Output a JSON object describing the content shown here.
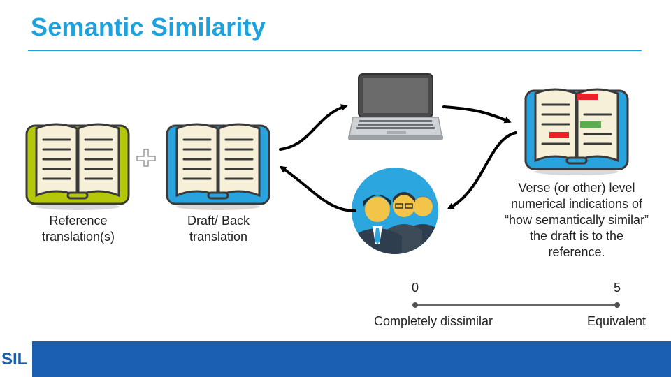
{
  "title": "Semantic Similarity",
  "labels": {
    "reference": "Reference translation(s)",
    "draft": "Draft/ Back translation",
    "description": "Verse (or other) level numerical indications of “how semantically similar” the draft is to the reference."
  },
  "scale": {
    "min_value": "0",
    "max_value": "5",
    "min_label": "Completely dissimilar",
    "max_label": "Equivalent"
  },
  "footer": {
    "logo": "SIL"
  },
  "colors": {
    "title": "#1ea1dc",
    "reference_book": "#b5c70a",
    "draft_book": "#29a3de",
    "result_book": "#29a3de",
    "footer": "#1b5fb3",
    "highlight_red": "#e8242a",
    "highlight_green": "#5aae50"
  }
}
